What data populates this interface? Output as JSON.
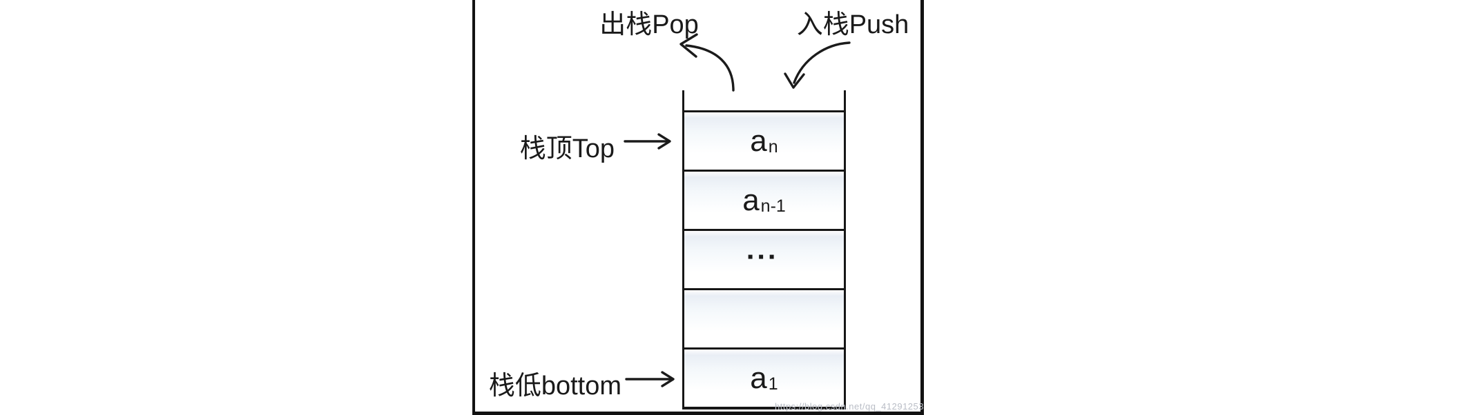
{
  "diagram": {
    "top_labels": {
      "pop": "出栈Pop",
      "push": "入栈Push"
    },
    "side_labels": {
      "top": "栈顶Top",
      "bottom": "栈低bottom"
    },
    "stack": {
      "cells": [
        {
          "main": "a",
          "sub": "n"
        },
        {
          "main": "a",
          "sub": "n-1"
        },
        {
          "main": "▪▪▪",
          "sub": ""
        },
        {
          "main": "",
          "sub": ""
        },
        {
          "main": "a",
          "sub": "1"
        }
      ]
    },
    "watermark": "https://blog.csdn.net/qq_41291253",
    "colors": {
      "line": "#1a1a1a",
      "cell_tint": "#e9eef5",
      "watermark_gray": "#b9bdc6",
      "background": "#ffffff"
    }
  }
}
